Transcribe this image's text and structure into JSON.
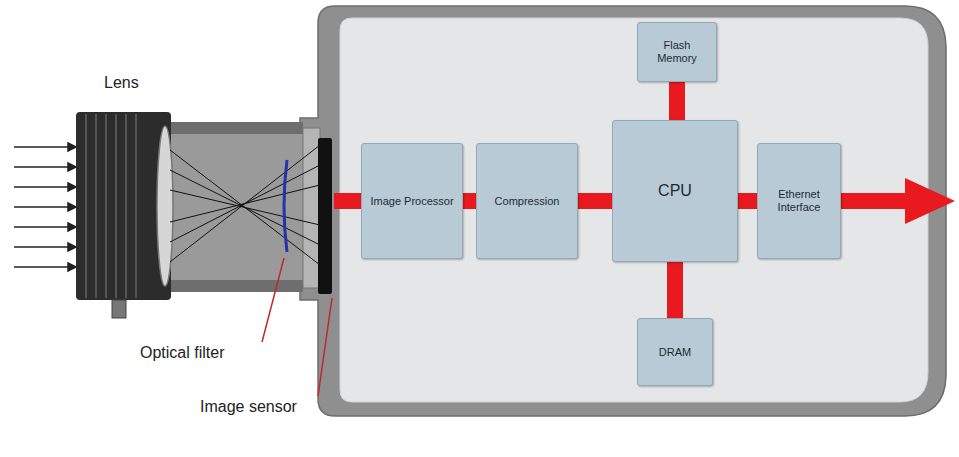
{
  "diagram": {
    "nodes": [
      {
        "text": [
          "Image Processor"
        ]
      },
      {
        "text": [
          "Compression"
        ]
      },
      {
        "text": [
          "Flash Memory"
        ]
      },
      {
        "text": [
          "CPU"
        ]
      },
      {
        "text": [
          "DRAM"
        ]
      },
      {
        "text": [
          "Ethernet Interface"
        ]
      }
    ],
    "edges": [
      {
        "from": 0,
        "to": 1,
        "arrow": "none"
      },
      {
        "from": 1,
        "to": 3,
        "arrow": "none"
      },
      {
        "from": 2,
        "to": 3,
        "arrow": "none"
      },
      {
        "from": 3,
        "to": 4,
        "arrow": "none"
      },
      {
        "from": 3,
        "to": 5,
        "arrow": "none"
      }
    ],
    "labels": [
      "Lens",
      "Optical filter",
      "Image sensor"
    ]
  }
}
